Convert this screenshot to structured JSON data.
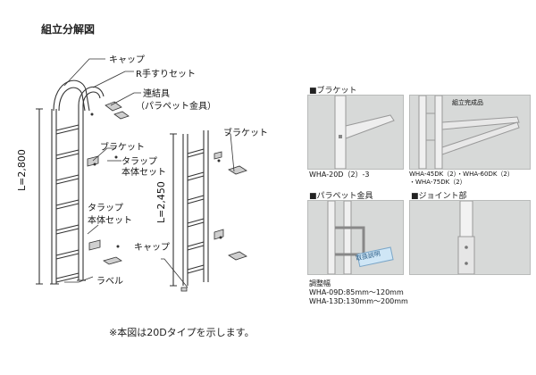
{
  "title": "組立分解図",
  "labels": {
    "cap_top": "キャップ",
    "r_handrail": "R手すりセット",
    "connector": "連結具",
    "parapet": "（パラペット金具）",
    "bracket_a": "ブラケット",
    "bracket_b": "ブラケット",
    "trap_a1": "タラップ",
    "trap_a2": "本体セット",
    "trap_b1": "タラップ",
    "trap_b2": "本体セット",
    "cap_bottom": "キャップ",
    "label_tag": "ラベル",
    "len_main": "L=2,800",
    "len_sub": "L=2,450"
  },
  "note": "※本図は20Dタイプを示します。",
  "photos": {
    "bracket_head": "■ブラケット",
    "bracket_cap1": "WHA-20D（2）-3",
    "assembled": "組立完成品",
    "bracket_cap2a": "WHA-45DK（2）・WHA-60DK（2）",
    "bracket_cap2b": "・WHA-75DK（2）",
    "parapet_head": "■パラペット金具",
    "joint_head": "■ジョイント部",
    "adjust_title": "調整幅",
    "adjust_1": "WHA-09D:85mm～120mm",
    "adjust_2": "WHA-13D:130mm～200mm",
    "tag_text": "取扱説明"
  }
}
